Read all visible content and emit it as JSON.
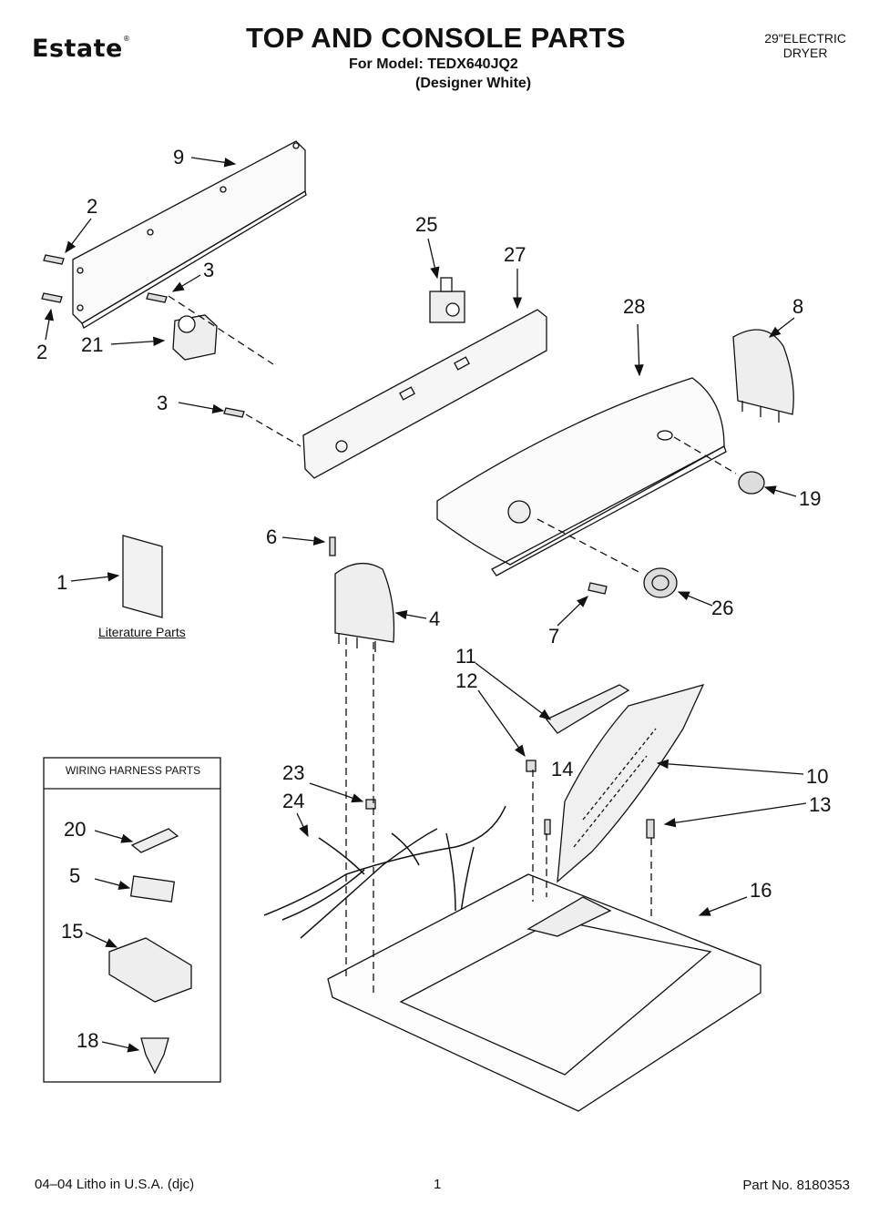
{
  "header": {
    "brand": "Estate",
    "brand_mark": "®",
    "title": "TOP AND CONSOLE PARTS",
    "model_line": "For Model: TEDX640JQ2",
    "variant": "(Designer White)",
    "product_line1": "29\"ELECTRIC",
    "product_line2": "DRYER"
  },
  "diagram": {
    "callouts": {
      "c1": "1",
      "c2a": "2",
      "c2b": "2",
      "c3a": "3",
      "c3b": "3",
      "c4": "4",
      "c5": "5",
      "c6": "6",
      "c7": "7",
      "c8": "8",
      "c9": "9",
      "c10": "10",
      "c11": "11",
      "c12": "12",
      "c13": "13",
      "c14": "14",
      "c15": "15",
      "c16": "16",
      "c18": "18",
      "c19": "19",
      "c20": "20",
      "c21": "21",
      "c23": "23",
      "c24": "24",
      "c25": "25",
      "c26": "26",
      "c27": "27",
      "c28": "28"
    },
    "literature_label": "Literature Parts",
    "harness_box_title": "WIRING HARNESS PARTS"
  },
  "footer": {
    "left": "04–04 Litho in U.S.A. (djc)",
    "page": "1",
    "part_no": "Part No. 8180353"
  }
}
